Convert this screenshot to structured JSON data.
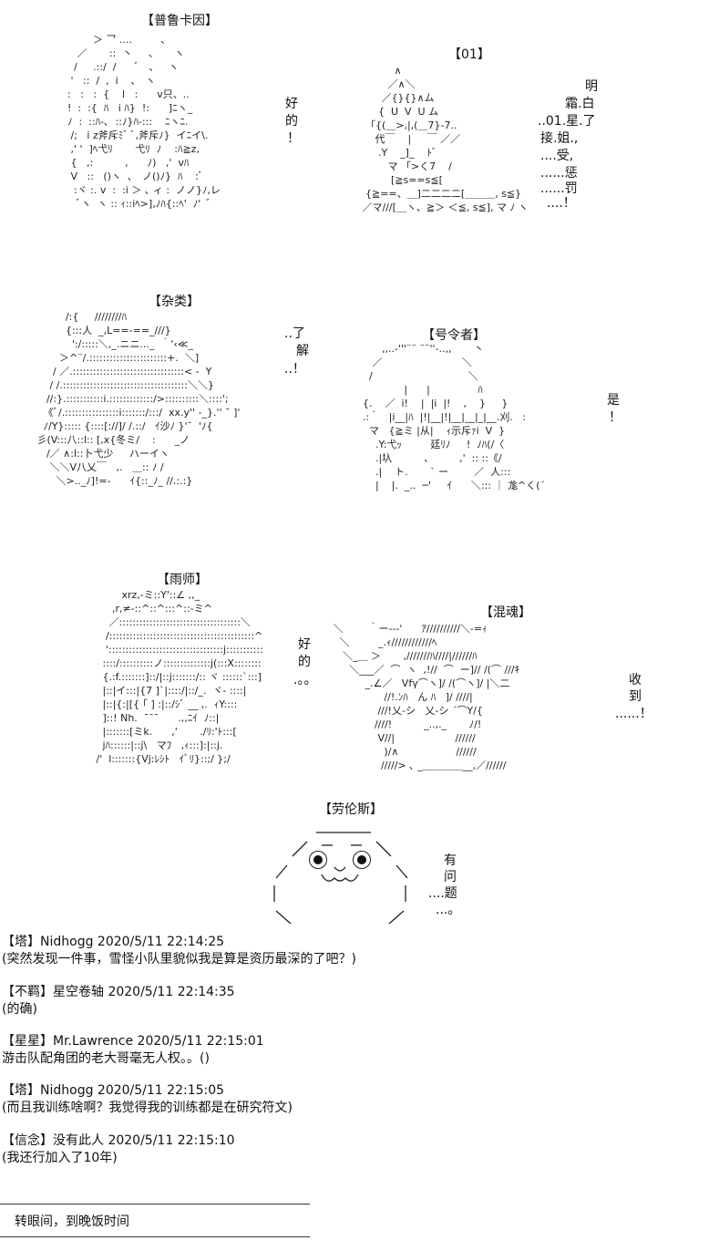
{
  "characters": {
    "prussian": {
      "label": "【普鲁卡因】",
      "art": "            ＞ 乛 ....         ､\n       ／       ::  丶     、     ヽ\n      /     .::/  /      ﾞ   、   ヽ\n     '   ::  /  ,  i    ､   ヽ\n    :   :   :  {    l   :      v只、..\n    !  :  :{  ﾊ   i ﾊ}  !:      ]ﾆヽ_\n    ﾉ  :  ::ﾊ-､  ::ﾉ}ﾊ-:::    ﾆヽﾆ.\n     /;   i z斧斥ﾐﾞ ﾞ,斧斥ﾉ}  イﾆイ\\.\n     ,' '  ]ﾍ弋ﾘ       弋ﾘ  ﾉ    :ﾊ≧z,\n     {   ,:          ,      ﾉ)   ,'  vﾊ\n     V   ::   ()ヽ  ､   ノ()ﾉ}  ﾊ    :ﾞ\n      :ヾ :. v  :  :i ＞ ､ ィ :  ノノ}ﾉ,レ\n       ﾞヽ  ヽ :: ｨ::iﾍ>],ﾉﾊ{::ﾍ'  ﾉ'  ﾞ"
    },
    "prussian_speech": [
      "好",
      "的",
      "！"
    ],
    "unit01": {
      "label": "【01】",
      "art": "               ∧\n             ／∧＼\n           ／{}{}∧ム\n          {  U  V  U ム\n      「{(＿>,|,(＿7}-7..\n         代￣    |     ￣ ／／\n          .Y    _]_    ﾄﾞ\n             マ 「>く7    /\n              [≧s==s≦[\n      {≧==、＿]二二二二[＿＿＿, s≦}\n     ／マ///[＿ヽ、≧＞ ＜≦, s≦], マ ﾉ ヽ"
    },
    "unit01_speech": [
      "明",
      "霜.白",
      "..01.星.了",
      "接.姐.,",
      "....受,",
      "......惩",
      "......罚",
      "....！"
    ],
    "misc": {
      "label": "【杂类】",
      "art": "            /:{     ////////ﾊ\n            {:::人  _,L==-==_///}\n              ':/:::::＼,_.ニニ..._  ｀'‹≪_\n          ＞^¨/.:::::::::::::::::::::::+.  ＼]\n        / ／.:::::::::::::::::::::::::::::::::< -  Y\n       / /.:::::::::::::::::::::::::::::::::::::＼＼}\n      //:}.:::::::::::i.:::::::::::::/>::::::::::＼::::';\n     《ﾞ/.::::::::::::::::i:::::::/:::/  xx.y'' -_}.'' ¯ ]'\n     ﾉ/Y}::::: {::::[://]/ /.::/   ｲ沙ﾉ }'¯  'ﾉ{\n   彡(V:::八::l:: [,x{冬ミ/    :      _ノ\n      /／ ∧:l::卜弋少     ハーイヽ\n       ＼＼V八乂￣   ,.   ＿:: ﾉ /\n         ＼>.._ﾉ]!=-      ｲ{::_ﾉ_ //.:.:}"
    },
    "misc_speech": [
      "..了",
      "解",
      "..！"
    ],
    "commander": {
      "label": "【号令者】",
      "art": "              ,,..-'''¨¨ ¨¨''-..,,       丶\n           ／                         ＼\n          /                              ＼\n                     |      |               ﾊ\n        {.    ／  i!    |  |i  |!    ,    }     }\n        .:｀   |i__|ﾊ  |!|__|!|__|__|_|__.刈.   :\n          マ   {≧ミ |从|    ｨ示斥ｧi  V  }\n            .Y:弋ｯ         廷ﾘﾉ     !  ﾉﾊ(/〈\n            .|圦          、        ,'  :: ::《/\n            .|    ト.       ` ー        ／  人:::\n            |    |.  _..  ─'     ｲ      ＼::: ｜ 尨^く(´"
    },
    "commander_speech": [
      "是",
      "！"
    ],
    "raindiv": {
      "label": "【雨师】",
      "art": "           xrz,-ミ::Y'::∠ ,,_\n        ,r,≠-::^::^:::^::-ミ^\n       ／::::::::::::::::::::::::::::::::::::＼\n      /:::::::::::::::::::::::::::::::::::::::::::^\n      '::::::::::::::::::::::::::::::::::j:::::::::::\n     ::::/::::::::::ノ::::::::::::::j(:::X::::::::\n     {.:f.:::::::]::/|::j:::::::/:: ヾ ::::::`:::]\n     |::|イ:::|{7 ]`|::::/|::/_.  ヾ- ::::|\n     |::|{:|[{ ｢ ] :|::/ｼﾞ __ ,.  ｨY::::\n     ]::! Nh.  ¯¯¯      .,,ﾆｲ  ﾉ::|\n     |:::::::[ミk.      ,'       ./ﾘ:'ﾄ:::[\n     jﾊ::::::|::j\\   マﾌ   ,ｨ:::]:|::j.\n   /'  l:::::::{Vj:ﾚｼﾄ   ｲﾞﾘ}::;/ };/"
    },
    "raindiv_speech": [
      "好",
      "的",
      ".。。"
    ],
    "mixsoul": {
      "label": "【混魂】",
      "art": "   ＼        ｀ー‐‐‐'      ｱ//////////＼-=ｨ\n     ＼         _.ｨ////////////ﾍ\n      ＼_＿ ＞       ,///////ﾊ////|//////ﾊ\n        ＼___／  ⌒  ヽ  ,!//  ⌒  ー]// /(⌒ ///ｷ\n             _.∠／   Vfγ⌒ヽ]/ /(⌒ヽ]/ |＼二\n                   //!.ﾝﾊ   ん ﾊ   ]/ ////|\n                 ///!乂-シ   乂-シ ´⌒Y/{\n                ////!          _..,._       ﾉ/!\n                 V//|                   //////\n                   )/∧                  //////\n                  /////> ､ _＿＿＿＿__,／//////"
    },
    "mixsoul_speech": [
      "收",
      "到",
      "......！"
    ],
    "laurence": {
      "label": "【劳伦斯】"
    },
    "laurence_speech": [
      "有",
      "问",
      "....题",
      "...。"
    ]
  },
  "log": [
    {
      "tag": "【塔】",
      "name": "Nidhogg",
      "time": "2020/5/11 22:14:25",
      "text": "(突然发现一件事，雪怪小队里貌似我是算是资历最深的了吧？)"
    },
    {
      "tag": "【不羁】",
      "name": "星空卷轴",
      "time": "2020/5/11 22:14:35",
      "text": "(的确)"
    },
    {
      "tag": "【星星】",
      "name": "Mr.Lawrence",
      "time": "2020/5/11 22:15:01",
      "text": "游击队配角团的老大哥毫无人权。。()"
    },
    {
      "tag": "【塔】",
      "name": "Nidhogg",
      "time": "2020/5/11 22:15:05",
      "text": "(而且我训练啥啊？我觉得我的训练都是在研究符文)"
    },
    {
      "tag": "【信念】",
      "name": "没有此人",
      "time": "2020/5/11 22:15:10",
      "text": "(我还行加入了10年)"
    }
  ],
  "narration": "转眼间，到晚饭时间"
}
